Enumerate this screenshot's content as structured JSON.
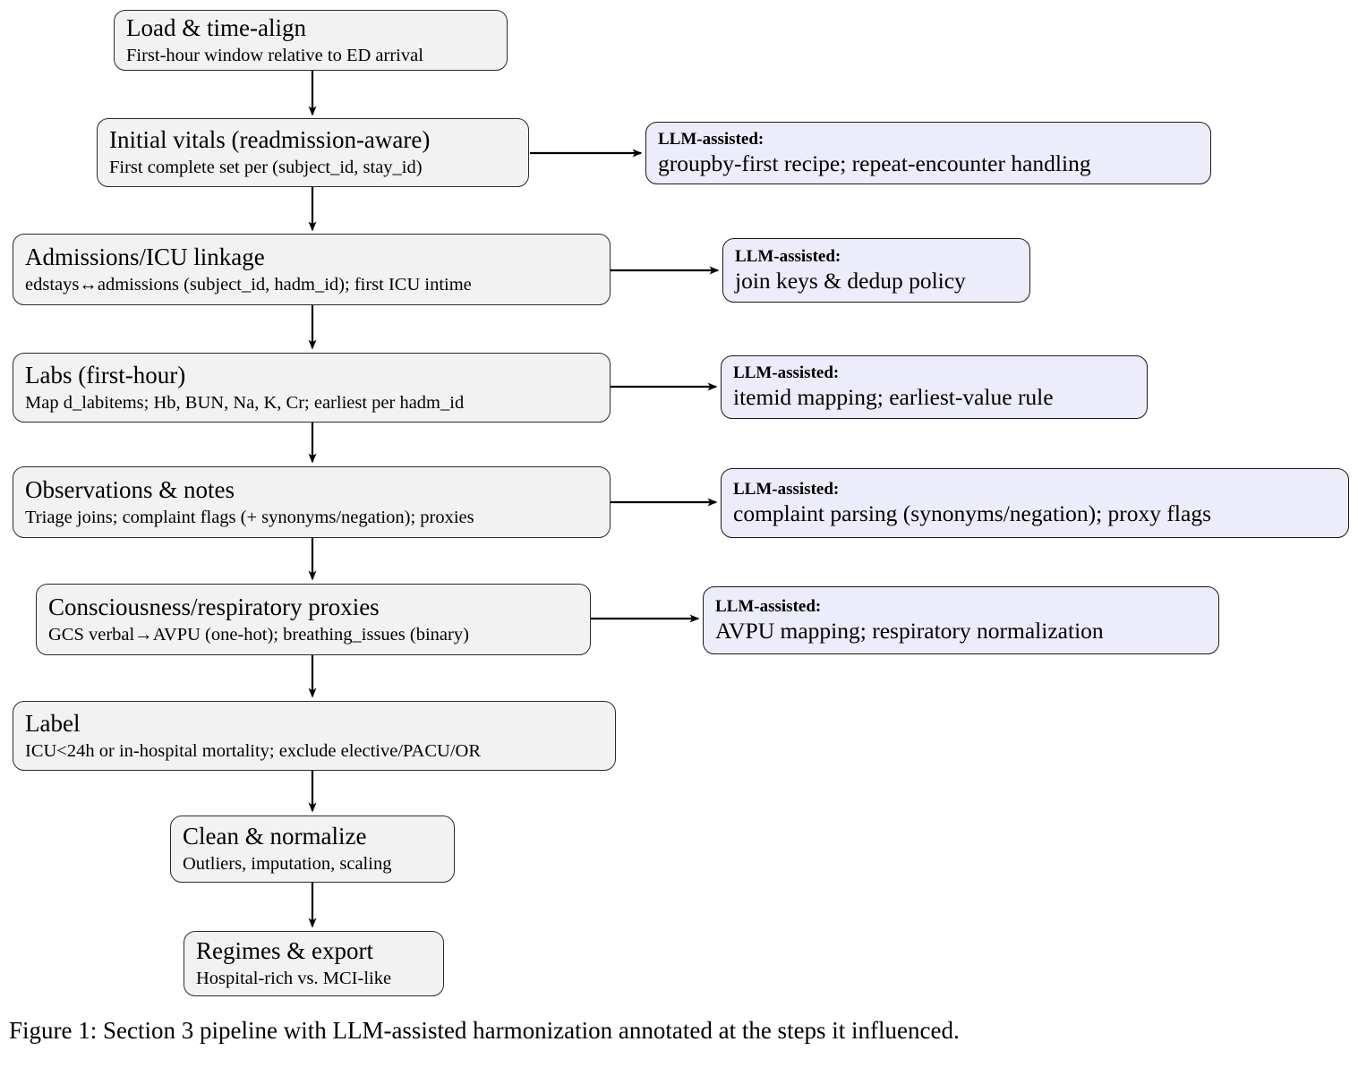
{
  "diagram": {
    "steps": [
      {
        "title": "Load & time-align",
        "subtitle": "First-hour window relative to ED arrival"
      },
      {
        "title": "Initial vitals (readmission-aware)",
        "subtitle": "First complete set per (subject_id, stay_id)"
      },
      {
        "title": "Admissions/ICU linkage",
        "subtitle": "edstays↔admissions (subject_id, hadm_id); first ICU intime"
      },
      {
        "title": "Labs (first-hour)",
        "subtitle": "Map d_labitems; Hb, BUN, Na, K, Cr; earliest per hadm_id"
      },
      {
        "title": "Observations & notes",
        "subtitle": "Triage joins; complaint flags (+ synonyms/negation); proxies"
      },
      {
        "title": "Consciousness/respiratory proxies",
        "subtitle": "GCS verbal→AVPU (one-hot); breathing_issues (binary)"
      },
      {
        "title": "Label",
        "subtitle": "ICU<24h or in-hospital mortality; exclude elective/PACU/OR"
      },
      {
        "title": "Clean & normalize",
        "subtitle": "Outliers, imputation, scaling"
      },
      {
        "title": "Regimes & export",
        "subtitle": "Hospital-rich vs. MCI-like"
      }
    ],
    "annotations": [
      {
        "label": "LLM-assisted:",
        "text": "groupby-first recipe; repeat-encounter handling"
      },
      {
        "label": "LLM-assisted:",
        "text": "join keys & dedup policy"
      },
      {
        "label": "LLM-assisted:",
        "text": "itemid mapping; earliest-value rule"
      },
      {
        "label": "LLM-assisted:",
        "text": "complaint parsing (synonyms/negation); proxy flags"
      },
      {
        "label": "LLM-assisted:",
        "text": "AVPU mapping; respiratory normalization"
      }
    ],
    "caption": "Figure 1: Section 3 pipeline with LLM-assisted harmonization annotated at the steps it influenced."
  },
  "colors": {
    "step_fill": "#f2f2f2",
    "annotation_fill": "#ececfa",
    "border": "#1a1a1a",
    "arrow": "#000000"
  }
}
